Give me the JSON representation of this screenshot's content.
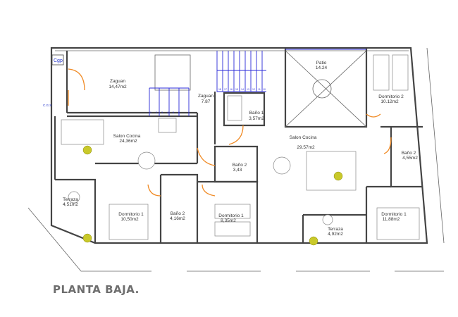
{
  "title": "PLANTA BAJA.",
  "markers": {
    "cgp": "Cgp",
    "cgs": "C.G.S"
  },
  "rooms": [
    {
      "name": "Zaguan",
      "area": "14,47m2"
    },
    {
      "name": "Zaguan",
      "area": "7.87"
    },
    {
      "name": "Baño 1",
      "area": "3,57m2"
    },
    {
      "name": "Patio",
      "area": "14.24"
    },
    {
      "name": "Dormitorio 2",
      "area": "10.12m2"
    },
    {
      "name": "Salon Cocina",
      "area": "24,36m2"
    },
    {
      "name": "Salon Cocina",
      "area": "29.57m2"
    },
    {
      "name": "Baño 2",
      "area": "3,43"
    },
    {
      "name": "Baño 2",
      "area": "4,55m2"
    },
    {
      "name": "Terraza",
      "area": "4,51m2"
    },
    {
      "name": "Dormitorio 1",
      "area": "10,50m2"
    },
    {
      "name": "Baño 2",
      "area": "4,16m2"
    },
    {
      "name": "Dormitorio 1",
      "area": "8,35m2"
    },
    {
      "name": "Terraza",
      "area": "4,92m2"
    },
    {
      "name": "Dormitorio 1",
      "area": "11,88m2"
    }
  ],
  "stairs": {
    "lower_steps": [
      "1",
      "2",
      "3",
      "4",
      "5",
      "6"
    ],
    "upper_steps": [
      "18",
      "17",
      "16",
      "15",
      "14",
      "13",
      "12",
      "11",
      "10"
    ]
  },
  "colors": {
    "walls": "#444444",
    "doors": "#f08a24",
    "stairs": "#2a2ad8",
    "plants": "#c9c92a",
    "title": "#6e6e6e"
  }
}
